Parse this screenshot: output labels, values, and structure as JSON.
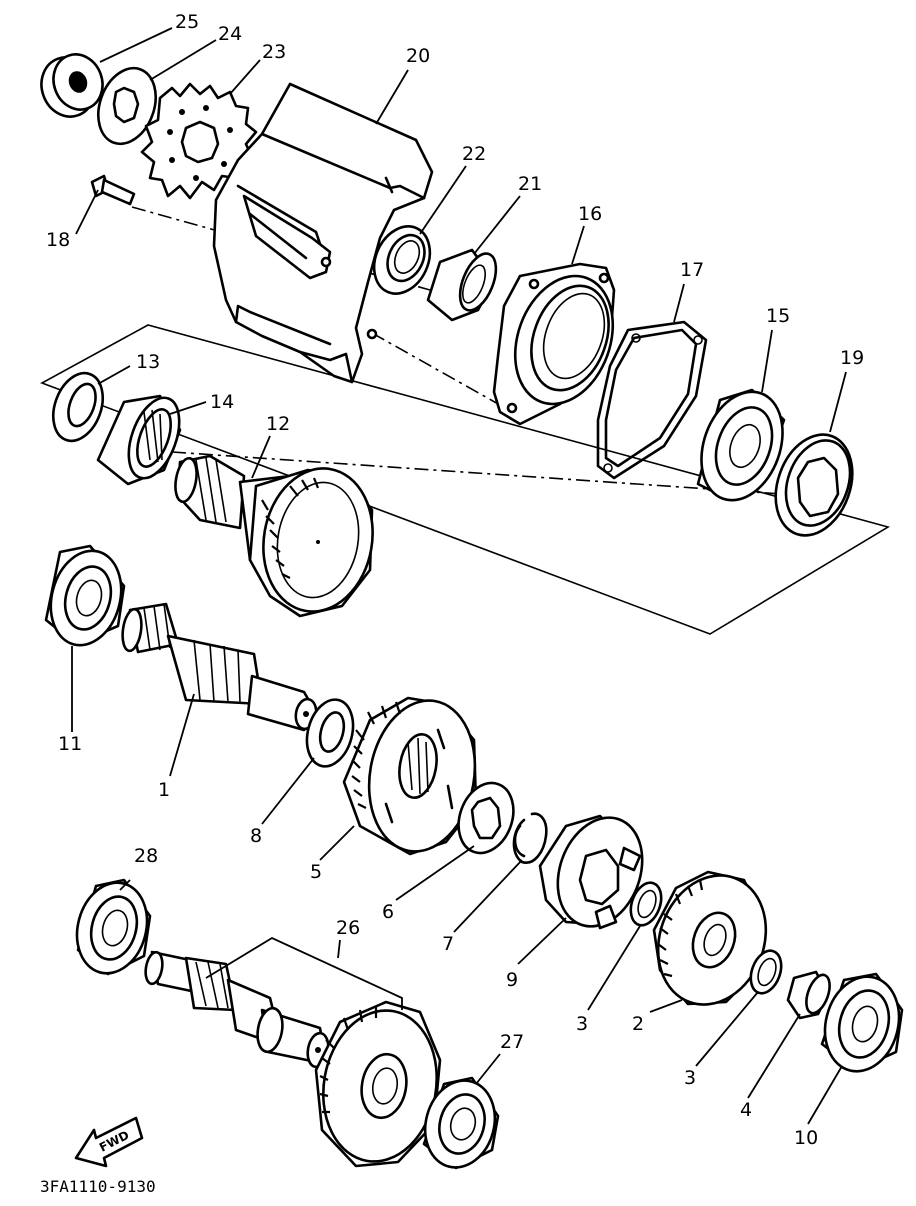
{
  "diagram": {
    "part_labels": {
      "p1": "1",
      "p2": "2",
      "p3a": "3",
      "p3b": "3",
      "p4": "4",
      "p5": "5",
      "p6": "6",
      "p7": "7",
      "p8": "8",
      "p9": "9",
      "p10": "10",
      "p11": "11",
      "p12": "12",
      "p13": "13",
      "p14": "14",
      "p15": "15",
      "p16": "16",
      "p17": "17",
      "p18": "18",
      "p19": "19",
      "p20": "20",
      "p21": "21",
      "p22": "22",
      "p23": "23",
      "p24": "24",
      "p25": "25",
      "p26": "26",
      "p27": "27",
      "p28": "28"
    },
    "fwd_label": "FWD",
    "figure_code": "3FA1110-9130"
  }
}
